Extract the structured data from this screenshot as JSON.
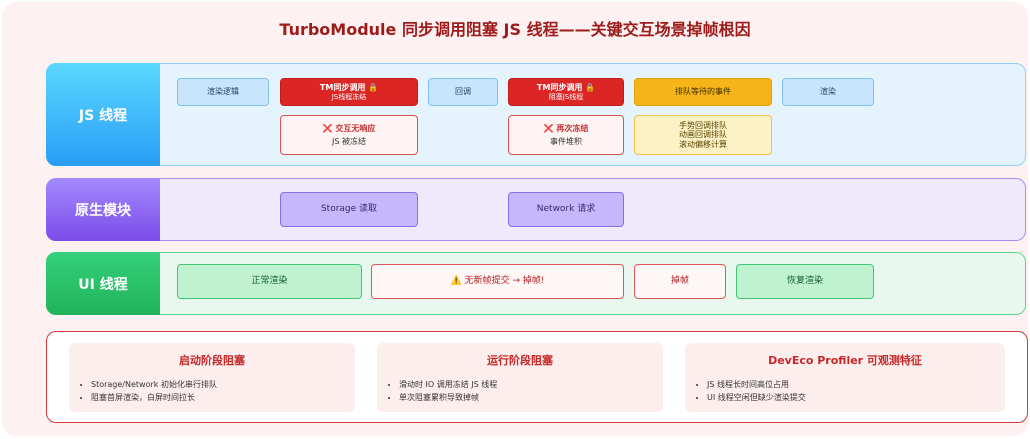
{
  "title": "TurboModule 同步调用阻塞 JS 线程——关键交互场景掉帧根因",
  "lanes": {
    "js": {
      "label": "JS 线程",
      "boxes": {
        "render_logic": "渲染逻辑",
        "tm_call_1": {
          "line1": "TM同步调用 🔒",
          "line2": "JS线程冻结"
        },
        "frozen_note_1": {
          "line1": "❌ 交互无响应",
          "line2": "JS 被冻结"
        },
        "callback": "回调",
        "tm_call_2": {
          "line1": "TM同步调用 🔒",
          "line2": "阻塞JS线程"
        },
        "frozen_note_2": {
          "line1": "❌ 再次冻结",
          "line2": "事件堆积"
        },
        "queued": "排队等待的事件",
        "queued_detail": {
          "line1": "手势回调排队",
          "line2": "动画回调排队",
          "line3": "滚动偏移计算"
        },
        "render": "渲染"
      }
    },
    "native": {
      "label": "原生模块",
      "boxes": {
        "storage": "Storage 读取",
        "network": "Network 请求"
      }
    },
    "ui": {
      "label": "UI 线程",
      "boxes": {
        "normal": "正常渲染",
        "no_frame": "⚠️ 无新帧提交 → 掉帧!",
        "drop": "掉帧",
        "recover": "恢复渲染"
      }
    }
  },
  "cards": [
    {
      "title": "启动阶段阻塞",
      "items": [
        "Storage/Network 初始化串行排队",
        "阻塞首屏渲染，白屏时间拉长"
      ]
    },
    {
      "title": "运行阶段阻塞",
      "items": [
        "滑动时 IO 调用冻结 JS 线程",
        "单次阻塞累积导致掉帧"
      ]
    },
    {
      "title": "DevEco Profiler 可观测特征",
      "items": [
        "JS 线程长时间高位占用",
        "UI 线程空闲但缺少渲染提交"
      ]
    }
  ]
}
